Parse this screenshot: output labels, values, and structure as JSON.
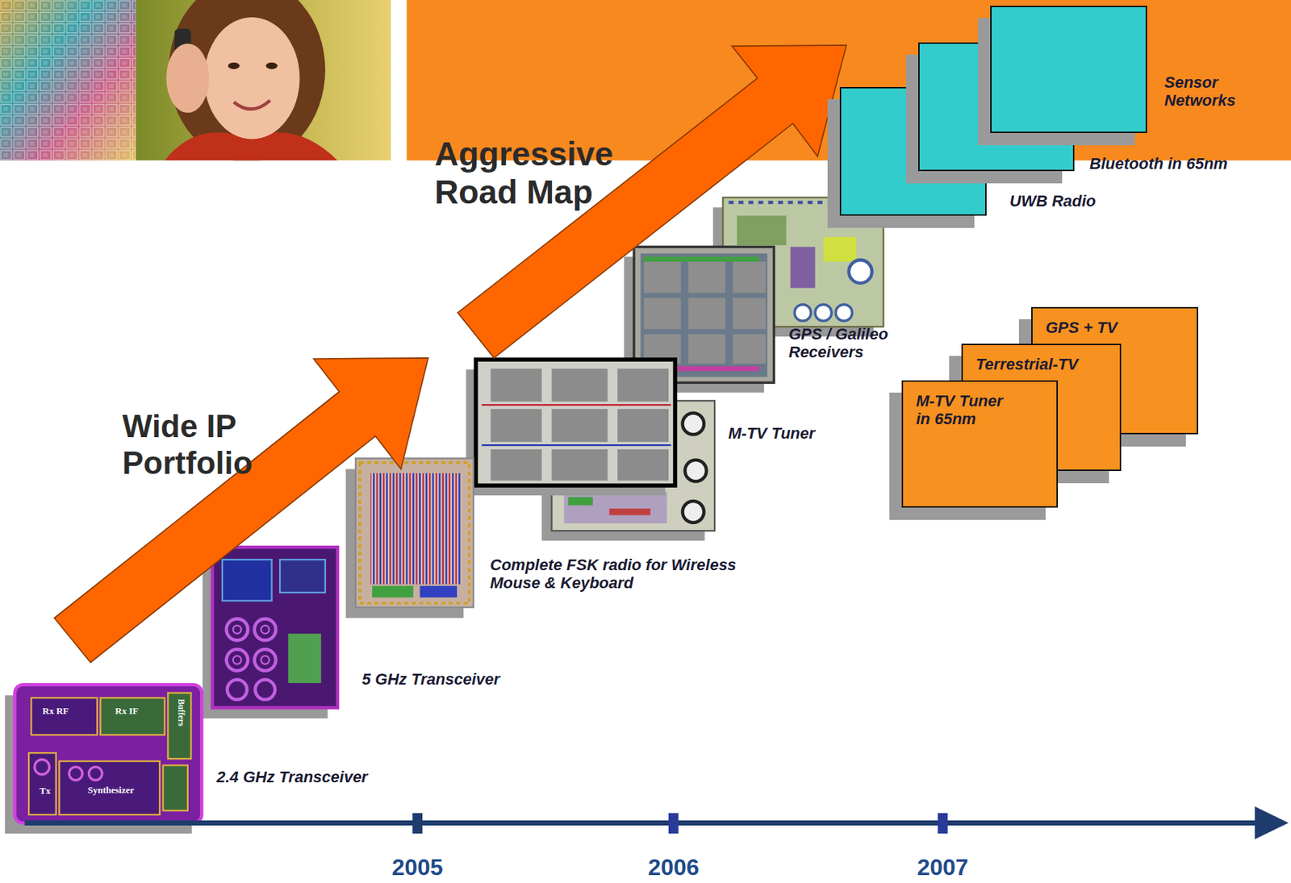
{
  "diagram": {
    "nodes": [
      {
        "text": [
          "Sensor Networks"
        ]
      },
      {
        "text": [
          "Bluetooth in 65nm"
        ]
      },
      {
        "text": [
          "UWB Radio"
        ]
      },
      {
        "text": [
          "GPS + TV"
        ]
      },
      {
        "text": [
          "Terrestrial-TV"
        ]
      },
      {
        "text": [
          "M-TV Tuner in 65nm"
        ]
      }
    ],
    "labels": [
      "Aggressive Road Map",
      "Wide IP Portfolio",
      "Rx RF",
      "Rx IF",
      "Buffers",
      "Tx",
      "Synthesizer",
      "2.4 GHz Transceiver",
      "5 GHz Transceiver",
      "Complete FSK radio for Wireless Mouse & Keyboard",
      "M-TV Tuner",
      "GPS / Galileo Receivers",
      "2005",
      "2006",
      "2007"
    ]
  }
}
